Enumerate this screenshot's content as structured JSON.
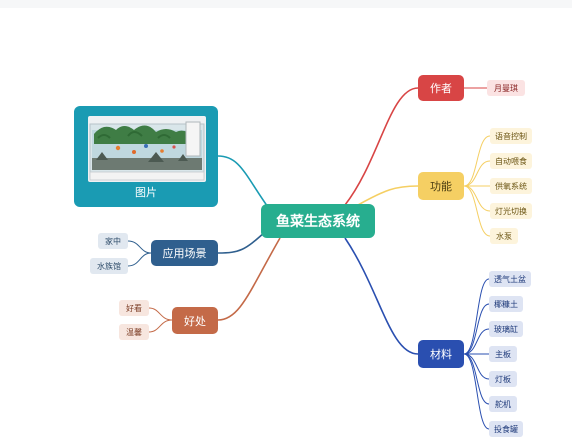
{
  "center": {
    "label": "鱼菜生态系统",
    "color": "#27ae8f"
  },
  "branches": {
    "author": {
      "label": "作者",
      "color": "#d84545",
      "leaves": [
        "月曼琪"
      ]
    },
    "function": {
      "label": "功能",
      "color": "#f5cf63",
      "leaves": [
        "语音控制",
        "自动喂食",
        "供氧系统",
        "灯光切换",
        "水泵"
      ]
    },
    "materials": {
      "label": "材料",
      "color": "#2a4fb0",
      "leaves": [
        "透气土盆",
        "椰糠土",
        "玻璃缸",
        "主板",
        "灯板",
        "舵机",
        "投食罐"
      ]
    },
    "image": {
      "label": "图片",
      "color": "#1a9bb3",
      "icon": "aquarium-photo"
    },
    "scenes": {
      "label": "应用场景",
      "color": "#2f5f8e",
      "leaves": [
        "家中",
        "水族馆"
      ]
    },
    "benefits": {
      "label": "好处",
      "color": "#c46a48",
      "leaves": [
        "好看",
        "温馨"
      ]
    }
  }
}
